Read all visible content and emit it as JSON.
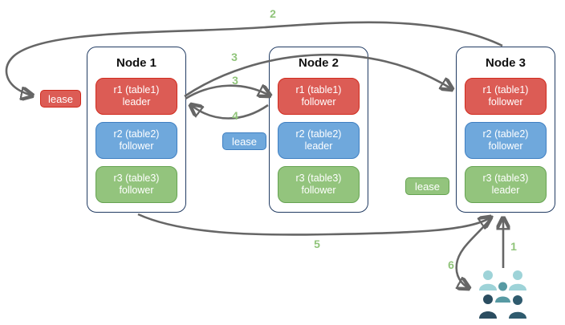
{
  "colors": {
    "red-fill": "#dc5c55",
    "red-border": "#d02b1e",
    "blue-fill": "#6fa8dc",
    "blue-border": "#3f7fc1",
    "green-fill": "#93c47d",
    "green-border": "#66a352",
    "node-border": "#223c63",
    "arrow": "#666666",
    "step-label": "#90c47a",
    "user-light": "#9ed3d8",
    "user-mid": "#579aa3",
    "user-dark": "#2b4d60",
    "user-dark2": "#2f5b6e"
  },
  "nodes": [
    {
      "title": "Node 1",
      "replicas": [
        {
          "name": "r1 (table1)",
          "role": "leader",
          "color": "red"
        },
        {
          "name": "r2 (table2)",
          "role": "follower",
          "color": "blue"
        },
        {
          "name": "r3 (table3)",
          "role": "follower",
          "color": "green"
        }
      ]
    },
    {
      "title": "Node 2",
      "replicas": [
        {
          "name": "r1 (table1)",
          "role": "follower",
          "color": "red"
        },
        {
          "name": "r2 (table2)",
          "role": "leader",
          "color": "blue"
        },
        {
          "name": "r3 (table3)",
          "role": "follower",
          "color": "green"
        }
      ]
    },
    {
      "title": "Node 3",
      "replicas": [
        {
          "name": "r1 (table1)",
          "role": "follower",
          "color": "red"
        },
        {
          "name": "r2 (table2)",
          "role": "follower",
          "color": "blue"
        },
        {
          "name": "r3 (table3)",
          "role": "leader",
          "color": "green"
        }
      ]
    }
  ],
  "leases": [
    {
      "label": "lease",
      "color": "red"
    },
    {
      "label": "lease",
      "color": "blue"
    },
    {
      "label": "lease",
      "color": "green"
    }
  ],
  "steps": {
    "s1": "1",
    "s2": "2",
    "s3a": "3",
    "s3b": "3",
    "s4": "4",
    "s5": "5",
    "s6": "6"
  },
  "icons": {
    "users": "users-group-icon"
  }
}
